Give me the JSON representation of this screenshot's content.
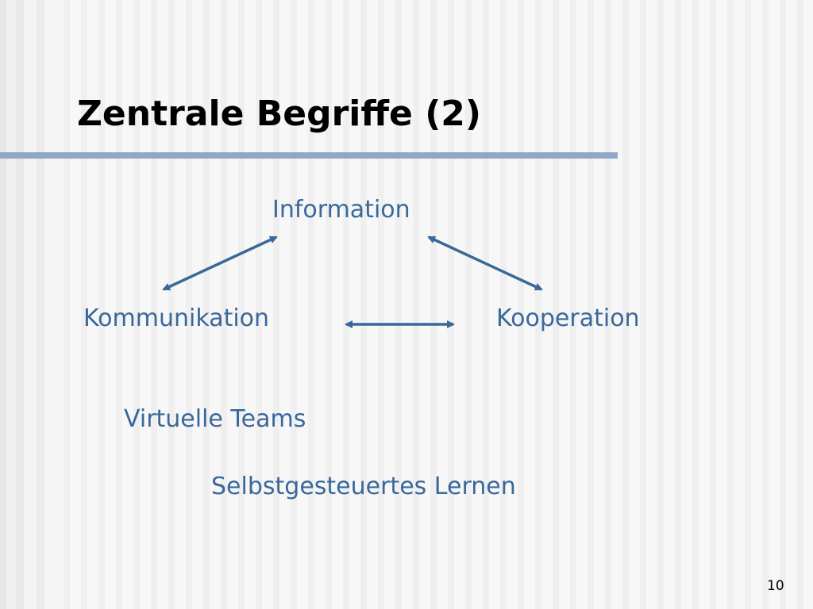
{
  "slide": {
    "title": "Zentrale Begriffe (2)",
    "page_number": "10"
  },
  "diagram": {
    "nodes": {
      "information": "Information",
      "kommunikation": "Kommunikation",
      "kooperation": "Kooperation"
    },
    "connections": [
      {
        "from": "kommunikation",
        "to": "information",
        "direction": "bidirectional"
      },
      {
        "from": "information",
        "to": "kooperation",
        "direction": "bidirectional"
      },
      {
        "from": "kommunikation",
        "to": "kooperation",
        "direction": "bidirectional"
      }
    ],
    "arrow_color": "#3a689b"
  },
  "terms": {
    "virtuelle_teams": "Virtuelle Teams",
    "selbstgesteuertes_lernen": "Selbstgesteuertes Lernen"
  },
  "colors": {
    "text_accent": "#3a689b",
    "rule": "#8fa8c8",
    "title": "#000000"
  }
}
